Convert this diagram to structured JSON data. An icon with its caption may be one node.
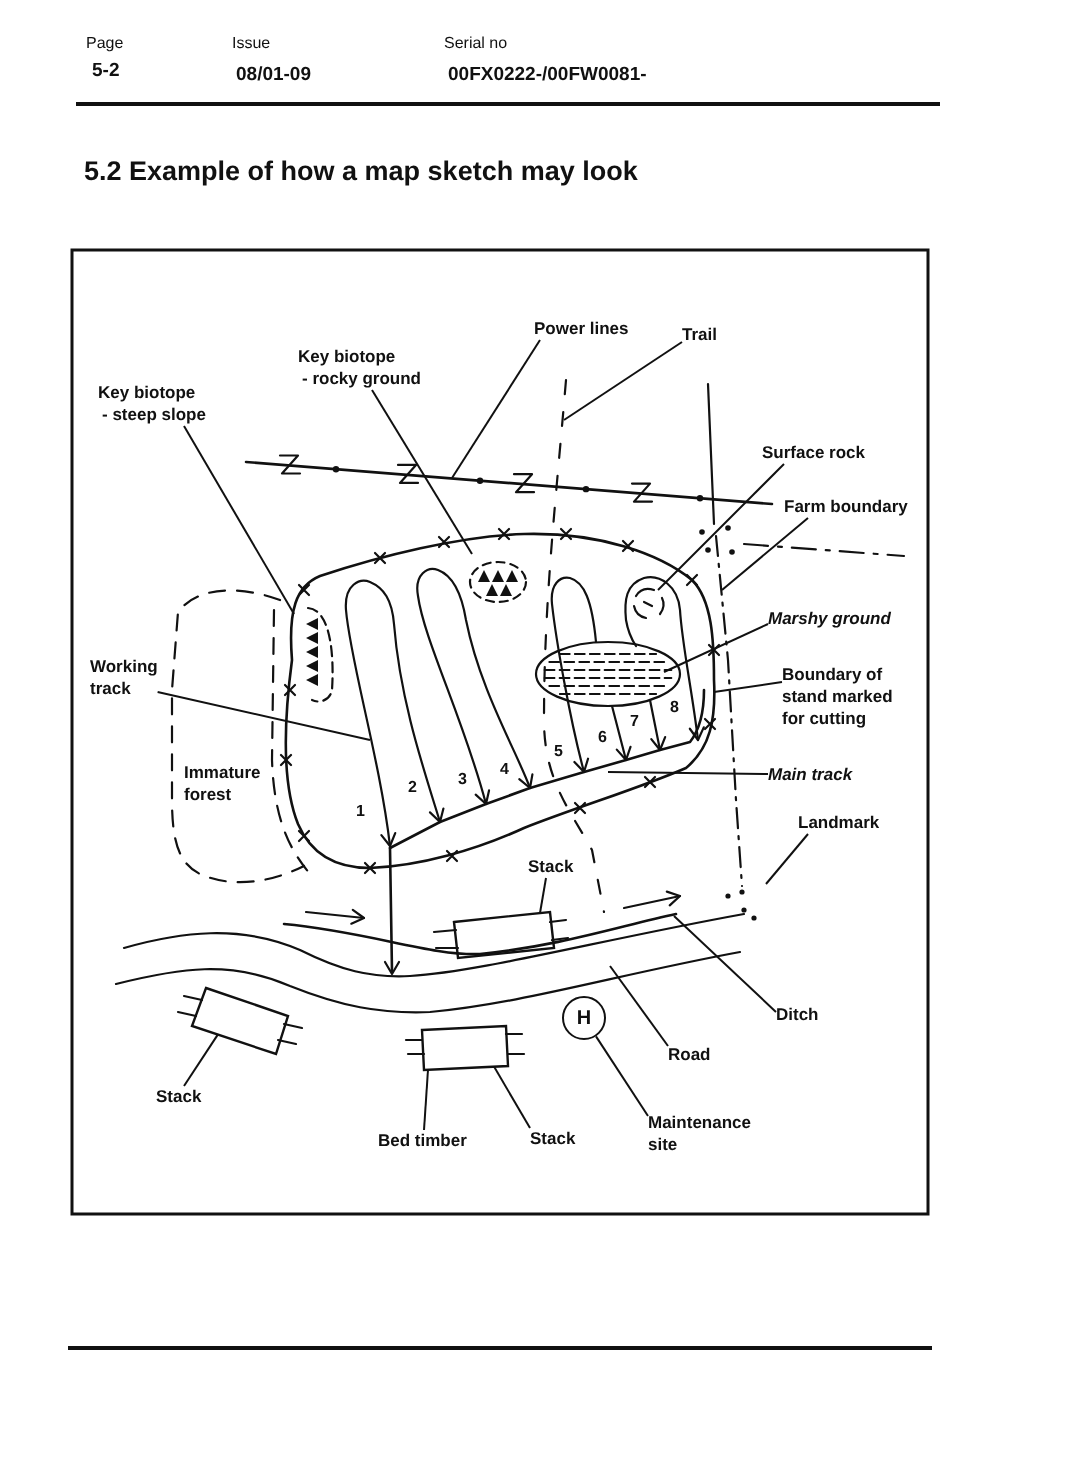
{
  "diagram": {
    "title": "5.2 Example of how a map sketch may look",
    "nodes": [
      {
        "text": [
          "Power lines"
        ]
      },
      {
        "text": [
          "Trail"
        ]
      },
      {
        "text": [
          "Key biotope",
          "- rocky ground"
        ]
      },
      {
        "text": [
          "Key biotope",
          "- steep slope"
        ]
      },
      {
        "text": [
          "Surface rock"
        ]
      },
      {
        "text": [
          "Farm boundary"
        ]
      },
      {
        "text": [
          "Marshy ground"
        ]
      },
      {
        "text": [
          "Working track"
        ]
      },
      {
        "text": [
          "Boundary of stand marked for cutting"
        ]
      },
      {
        "text": [
          "Main track"
        ]
      },
      {
        "text": [
          "Landmark"
        ]
      },
      {
        "text": [
          "Stack"
        ]
      },
      {
        "text": [
          "H"
        ]
      },
      {
        "text": [
          "Ditch"
        ]
      },
      {
        "text": [
          "Road"
        ]
      },
      {
        "text": [
          "Stack"
        ]
      },
      {
        "text": [
          "Maintenance site"
        ]
      },
      {
        "text": [
          "Bed timber"
        ]
      },
      {
        "text": [
          "Stack"
        ]
      },
      {
        "text": [],
        "shape": "box"
      },
      {
        "text": [],
        "shape": "box"
      },
      {
        "text": [],
        "shape": "box"
      }
    ],
    "edges": [
      {
        "from": 0,
        "to": null,
        "arrow": "none"
      },
      {
        "from": 1,
        "to": null,
        "arrow": "none"
      },
      {
        "from": 2,
        "to": null,
        "arrow": "none"
      },
      {
        "from": 3,
        "to": null,
        "arrow": "none"
      },
      {
        "from": 4,
        "to": null,
        "arrow": "none"
      },
      {
        "from": 5,
        "to": null,
        "arrow": "none"
      },
      {
        "from": 6,
        "to": null,
        "arrow": "none"
      },
      {
        "from": 7,
        "to": null,
        "arrow": "none"
      },
      {
        "from": 8,
        "to": null,
        "arrow": "none"
      },
      {
        "from": 9,
        "to": null,
        "arrow": "none"
      },
      {
        "from": 10,
        "to": null,
        "arrow": "none"
      },
      {
        "from": 11,
        "to": 19,
        "arrow": "none"
      },
      {
        "from": 13,
        "to": null,
        "arrow": "none"
      },
      {
        "from": 14,
        "to": null,
        "arrow": "none"
      },
      {
        "from": 15,
        "to": 20,
        "arrow": "none"
      },
      {
        "from": 16,
        "to": 12,
        "arrow": "none"
      },
      {
        "from": 17,
        "to": 21,
        "arrow": "none"
      },
      {
        "from": 18,
        "to": 21,
        "arrow": "none"
      }
    ],
    "labels": [
      "Page",
      "Issue",
      "Serial no",
      "5-2",
      "08/01-09",
      "00FX0222-/00FW0081-",
      "Immature forest",
      "1",
      "2",
      "3",
      "4",
      "5",
      "6",
      "7",
      "8"
    ]
  }
}
